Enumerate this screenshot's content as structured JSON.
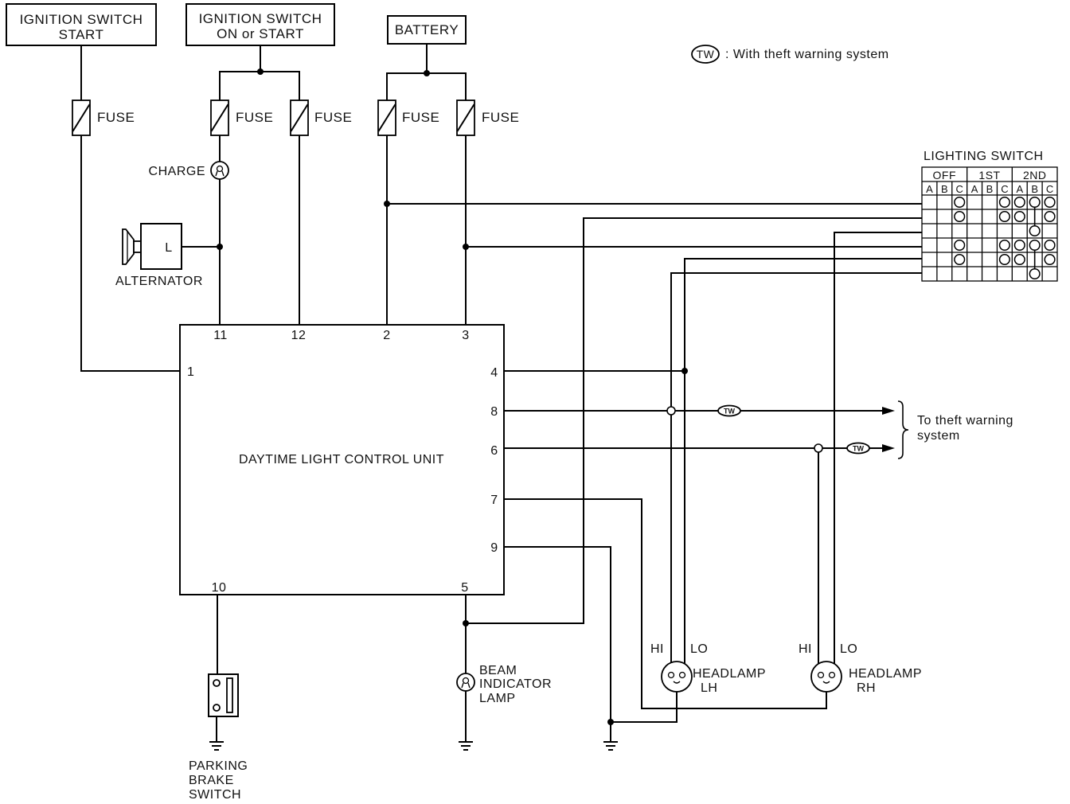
{
  "sources": {
    "ignition_start": [
      "IGNITION SWITCH",
      "START"
    ],
    "ignition_on": [
      "IGNITION SWITCH",
      "ON or START"
    ],
    "battery": "BATTERY"
  },
  "legend": {
    "symbol": "TW",
    "text": ": With theft warning system"
  },
  "fuses": [
    "FUSE",
    "FUSE",
    "FUSE",
    "FUSE",
    "FUSE"
  ],
  "charge_lamp": "CHARGE",
  "alternator": {
    "terminal": "L",
    "label": "ALTERNATOR"
  },
  "control_unit": {
    "label": "DAYTIME LIGHT CONTROL UNIT",
    "pins_top": [
      "11",
      "12",
      "2",
      "3"
    ],
    "pins_left": [
      "1"
    ],
    "pins_right": [
      "4",
      "8",
      "6",
      "7",
      "9"
    ],
    "pins_bottom": [
      "10",
      "5"
    ]
  },
  "lighting_switch": {
    "title": "LIGHTING SWITCH",
    "positions": [
      "OFF",
      "1ST",
      "2ND"
    ],
    "terminals": [
      "A",
      "B",
      "C",
      "A",
      "B",
      "C",
      "A",
      "B",
      "C"
    ],
    "continuity": [
      {
        "circles": [
          2,
          5,
          6,
          7,
          8
        ],
        "bars": []
      },
      {
        "circles": [
          2,
          5,
          6,
          8
        ],
        "bars": [
          7
        ]
      },
      {
        "circles": [
          7
        ],
        "bars": []
      },
      {
        "circles": [
          2,
          5,
          6,
          7,
          8
        ],
        "bars": []
      },
      {
        "circles": [
          2,
          5,
          6,
          8
        ],
        "bars": [
          7
        ]
      },
      {
        "circles": [
          7
        ],
        "bars": []
      }
    ]
  },
  "theft_warning": {
    "tags": [
      "TW",
      "TW"
    ],
    "label": [
      "To theft warning",
      "system"
    ]
  },
  "headlamps": {
    "lh": {
      "hi": "HI",
      "lo": "LO",
      "name": "HEADLAMP",
      "side": "LH"
    },
    "rh": {
      "hi": "HI",
      "lo": "LO",
      "name": "HEADLAMP",
      "side": "RH"
    }
  },
  "beam_indicator_lamp": [
    "BEAM",
    "INDICATOR",
    "LAMP"
  ],
  "parking_brake_switch": [
    "PARKING",
    "BRAKE",
    "SWITCH"
  ]
}
